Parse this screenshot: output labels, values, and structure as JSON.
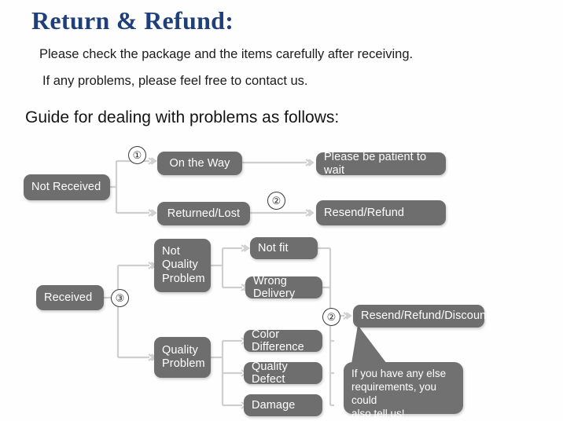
{
  "header": {
    "title": "Return & Refund:",
    "line1": "Please check the package and the items carefully after receiving.",
    "line2": "If any problems, please feel free to contact us.",
    "guide": "Guide for dealing with problems as follows:"
  },
  "colors": {
    "title": "#1f3f7a",
    "node_fill": "#6e6e6e",
    "node_text": "#ffffff",
    "connector": "#cfcfcf",
    "body_text": "#1c1c1c",
    "callout_fill": "#717171"
  },
  "flowchart": {
    "markers": [
      {
        "id": "marker-1",
        "label": "①"
      },
      {
        "id": "marker-2-top",
        "label": "②"
      },
      {
        "id": "marker-3",
        "label": "③"
      },
      {
        "id": "marker-2-bottom",
        "label": "②"
      }
    ],
    "nodes": [
      {
        "id": "not-received",
        "label": "Not Received"
      },
      {
        "id": "on-the-way",
        "label": "On the Way"
      },
      {
        "id": "returned-lost",
        "label": "Returned/Lost"
      },
      {
        "id": "please-be-patient",
        "label": "Please be patient to wait"
      },
      {
        "id": "resend-refund",
        "label": "Resend/Refund"
      },
      {
        "id": "received",
        "label": "Received"
      },
      {
        "id": "not-quality-problem",
        "label": "Not\nQuality\nProblem"
      },
      {
        "id": "quality-problem",
        "label": "Quality\nProblem"
      },
      {
        "id": "not-fit",
        "label": "Not fit"
      },
      {
        "id": "wrong-delivery",
        "label": "Wrong Delivery"
      },
      {
        "id": "color-difference",
        "label": "Color Difference"
      },
      {
        "id": "quality-defect",
        "label": "Quality Defect"
      },
      {
        "id": "damage",
        "label": "Damage"
      },
      {
        "id": "resend-refund-discount",
        "label": "Resend/Refund/Discount"
      }
    ],
    "callout": {
      "id": "extra-requirements-callout",
      "label": "If you have any else\nrequirements, you could\nalso tell us!"
    }
  }
}
